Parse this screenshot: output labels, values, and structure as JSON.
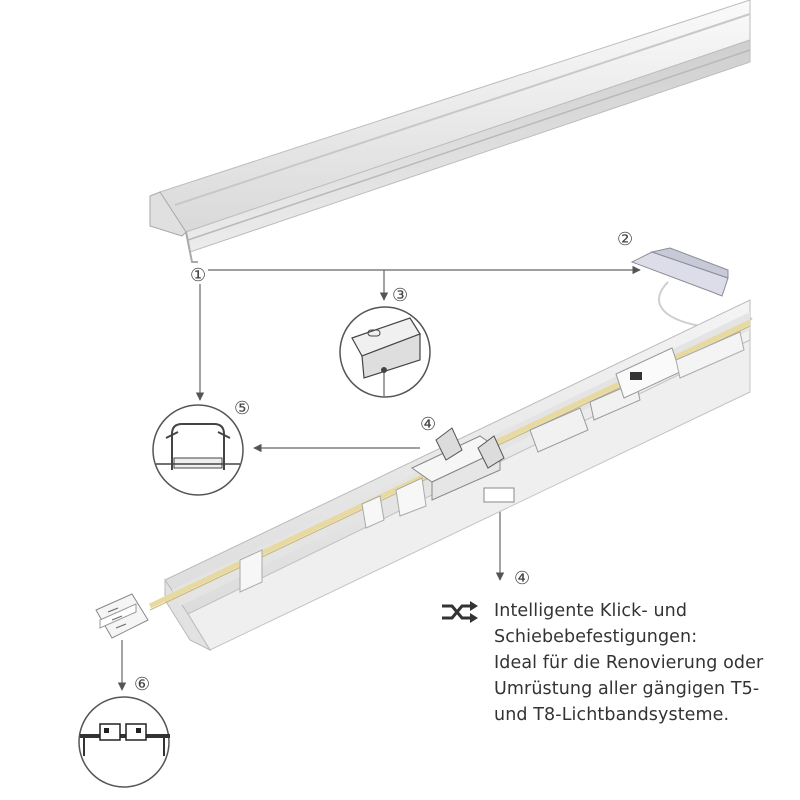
{
  "callouts": {
    "c1": "①",
    "c2": "②",
    "c3": "③",
    "c4a": "④",
    "c4b": "④",
    "c5": "⑤",
    "c6": "⑥"
  },
  "feature": {
    "icon": "shuffle-icon",
    "lines": [
      "Intelligente Klick- und",
      "Schiebebefestigungen:",
      "Ideal für die Renovierung oder",
      "Umrüstung aller gängigen T5-",
      "und T8-Lichtbandsysteme."
    ]
  },
  "colors": {
    "led_strip": "#e8d9a0",
    "profile": "#f2f2f2",
    "line": "#666666"
  }
}
